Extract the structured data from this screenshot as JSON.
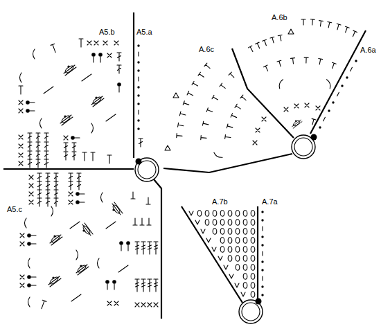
{
  "diagram": {
    "labels": [
      "A5.b",
      "A5.a",
      "A5.c",
      "A.6b",
      "A.6c",
      "A.6a",
      "A.7b",
      "A.7a"
    ]
  }
}
